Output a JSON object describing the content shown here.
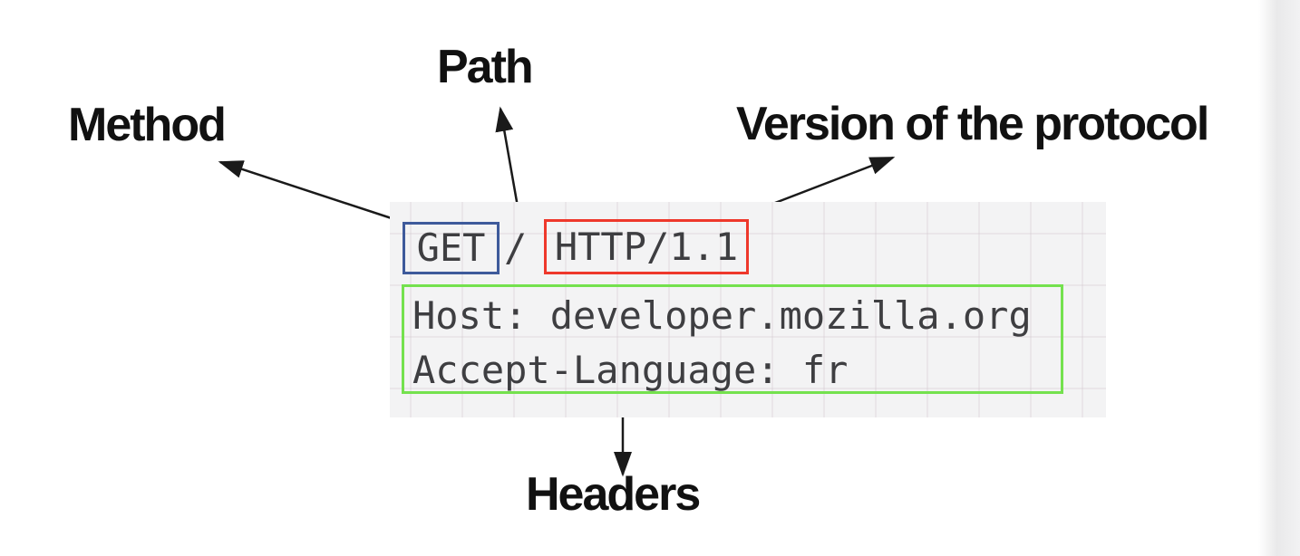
{
  "diagram": {
    "labels": {
      "method": "Method",
      "path": "Path",
      "version": "Version of the protocol",
      "headers": "Headers"
    },
    "request_line": {
      "method": "GET",
      "path": "/",
      "version": "HTTP/1.1"
    },
    "header_lines": [
      "Host: developer.mozilla.org",
      "Accept-Language: fr"
    ],
    "colors": {
      "method_box_border": "#3e5a9b",
      "version_box_border": "#ee382b",
      "headers_box_border": "#74e14e",
      "code_background": "#f3f3f4",
      "code_text": "#3e3e41",
      "label_text": "#111111",
      "arrow": "#1a1a1a"
    }
  }
}
